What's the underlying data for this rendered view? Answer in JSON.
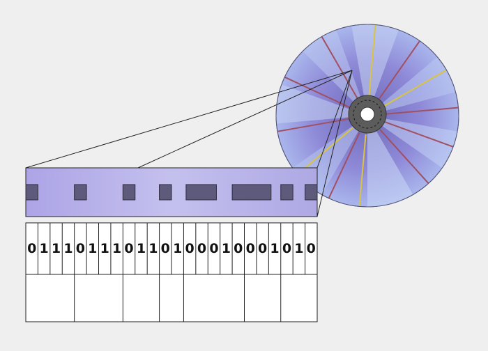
{
  "bits": [
    "0",
    "1",
    "1",
    "1",
    "0",
    "1",
    "1",
    "1",
    "0",
    "1",
    "1",
    "0",
    "1",
    "0",
    "0",
    "0",
    "1",
    "0",
    "0",
    "0",
    "1",
    "0",
    "1",
    "0"
  ],
  "pits": [
    {
      "start": 0.0,
      "length": 1.0
    },
    {
      "start": 4.0,
      "length": 1.0
    },
    {
      "start": 8.0,
      "length": 1.0
    },
    {
      "start": 11.0,
      "length": 1.0
    },
    {
      "start": 13.2,
      "length": 2.5
    },
    {
      "start": 17.0,
      "length": 3.2
    },
    {
      "start": 21.0,
      "length": 1.0
    },
    {
      "start": 23.0,
      "length": 1.0
    }
  ],
  "colors": {
    "background": "#efefef",
    "strip": "#b4aee8",
    "pit": "#5d5a7c",
    "disc": "#8b86d6",
    "hub": "#5a5a5a",
    "ray_yellow": "#d9c440",
    "ray_red": "#a05060"
  }
}
